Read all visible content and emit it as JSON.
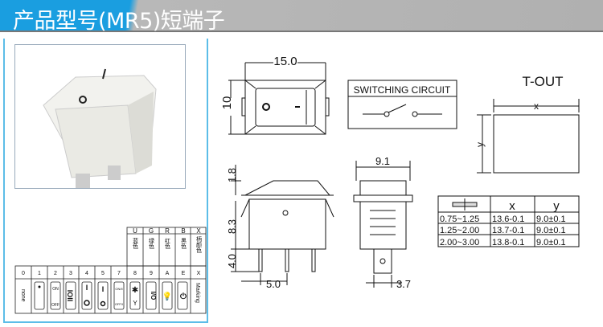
{
  "header": {
    "title": "产品型号(MR5)短端子"
  },
  "dimensions": {
    "width": "15.0",
    "height": "10",
    "rocker_height": "1.8",
    "body_height": "8.3",
    "terminal_length": "4.0",
    "terminal_pitch": "5.0",
    "side_width": "9.1",
    "terminal_width": "3.7"
  },
  "circuit": {
    "title": "SWITCHING CIRCUIT"
  },
  "tout": {
    "title": "T-OUT",
    "x_label": "x",
    "y_label": "y"
  },
  "cutout_table": {
    "headers": [
      "",
      "x",
      "y"
    ],
    "rows": [
      [
        "0.75~1.25",
        "13.6-0.1",
        "9.0±0.1"
      ],
      [
        "1.25~2.00",
        "13.7-0.1",
        "9.0±0.1"
      ],
      [
        "2.00~3.00",
        "13.8-0.1",
        "9.0±0.1"
      ]
    ]
  },
  "color_table": {
    "codes": [
      "U",
      "G",
      "R",
      "B",
      "X"
    ],
    "names": [
      "蓝色",
      "绿色",
      "红色",
      "黑色",
      "柄颜色"
    ]
  },
  "marking_table": {
    "codes": [
      "0",
      "1",
      "2",
      "3",
      "4",
      "5",
      "7",
      "8",
      "9",
      "A",
      "E",
      "X"
    ],
    "labels": {
      "none": "none",
      "on": "ON",
      "off": "OFF",
      "on2": "ON/II",
      "off2": "OFF/I",
      "io": "I/O",
      "marking": "Marking"
    }
  }
}
